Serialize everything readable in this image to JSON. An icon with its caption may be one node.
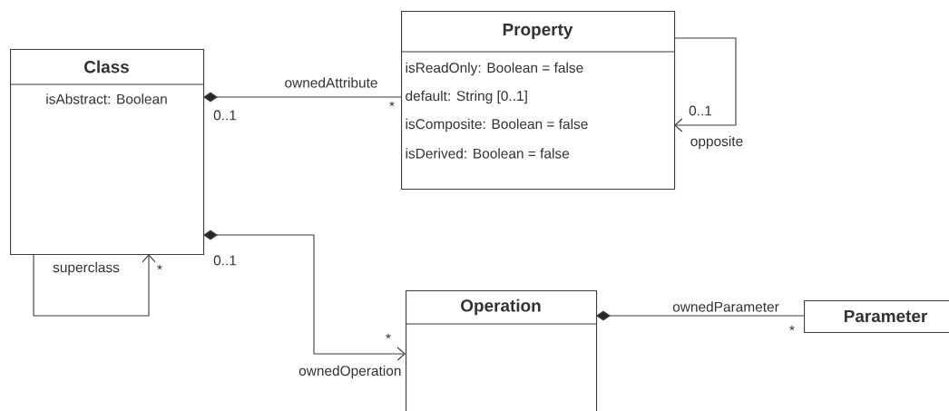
{
  "diagram": {
    "nodes": [
      {
        "text": [
          "Class",
          "isAbstract: Boolean"
        ]
      },
      {
        "text": [
          "Property",
          "isReadOnly: Boolean = false",
          "default: String [0..1]",
          "isComposite: Boolean = false",
          "isDerived: Boolean = false"
        ]
      },
      {
        "text": [
          "Operation"
        ]
      },
      {
        "text": [
          "Parameter"
        ]
      }
    ],
    "edges": [
      {
        "from": 0,
        "to": 1,
        "arrow": "other",
        "label": "ownedAttribute"
      },
      {
        "from": 1,
        "to": 1,
        "arrow": "to",
        "label": "opposite"
      },
      {
        "from": 0,
        "to": 0,
        "arrow": "to",
        "label": "superclass"
      },
      {
        "from": 0,
        "to": 2,
        "arrow": "to",
        "label": "ownedOperation"
      },
      {
        "from": 2,
        "to": 3,
        "arrow": "other",
        "label": "ownedParameter"
      }
    ],
    "labels": [
      "0..1",
      "*",
      "0..1",
      "*",
      "0..1",
      "*",
      "*"
    ]
  }
}
